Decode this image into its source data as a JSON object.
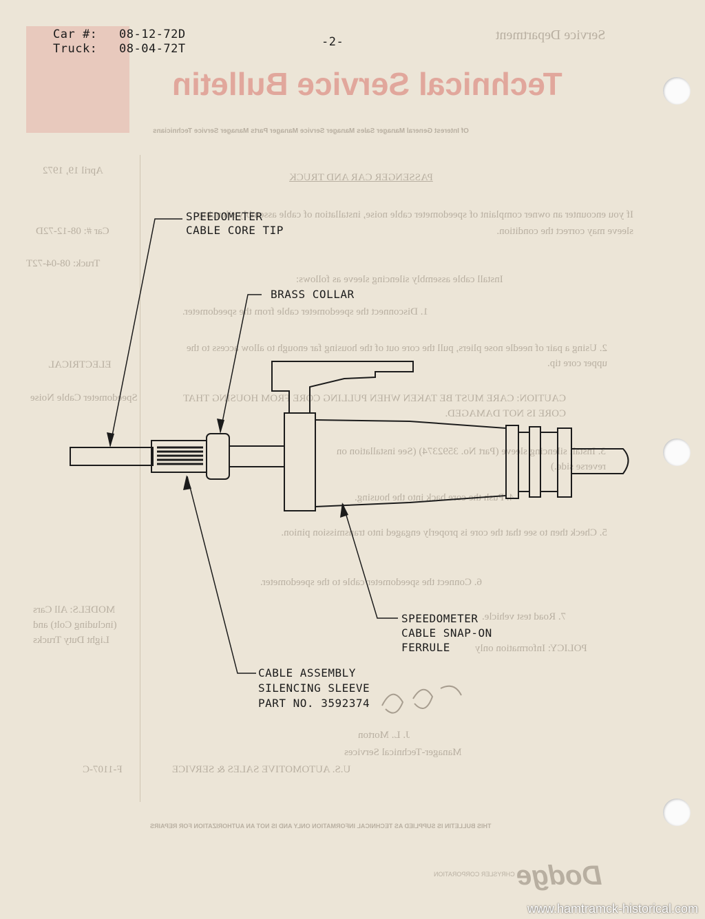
{
  "header": {
    "car_label": "Car #:",
    "car_value": "08-12-72D",
    "truck_label": "Truck:",
    "truck_value": "08-04-72T",
    "page_number": "-2-"
  },
  "bleed_through": {
    "department": "Service Department",
    "title": "Technical Service Bulletin",
    "of_interest": "Of Interest General Manager Sales Manager Service Manager Parts Manager Service Technicians",
    "date": "April 19, 1972",
    "section_heading": "PASSENGER CAR AND TRUCK",
    "side_car": "Car #: 08-12-72D",
    "side_truck": "Truck: 08-04-72T",
    "side_category": "ELECTRICAL",
    "side_subject": "Speedometer Cable Noise",
    "side_models": "MODELS: All Cars (including Colt) and Light Duty Trucks",
    "form_number": "F-1107-C",
    "intro": "If you encounter an owner complaint of speedometer cable noise, installation of cable assembly silencing sleeve may correct the condition.",
    "install_intro": "Install cable assembly silencing sleeve as follows:",
    "steps": [
      "1. Disconnect the speedometer cable from the speedometer.",
      "2. Using a pair of needle nose pliers, pull the core out of the housing far enough to allow access to the upper core tip.",
      "CAUTION: CARE MUST BE TAKEN WHEN PULLING CORE FROM HOUSING THAT CORE IS NOT DAMAGED.",
      "3. Install silencing sleeve (Part No. 3592374) (See installation on reverse side.)",
      "4. Push the core back into the housing.",
      "5. Check then to see that the core is properly engaged into transmission pinion.",
      "6. Connect the speedometer cable to the speedometer.",
      "7. Road test vehicle.",
      "POLICY: Information only"
    ],
    "signature_name": "J. L. Morton",
    "signature_title": "Manager-Technical Services",
    "signature_org": "U.S. AUTOMOTIVE SALES & SERVICE",
    "disclaimer": "THIS BULLETIN IS SUPPLIED AS TECHNICAL INFORMATION ONLY AND IS NOT AN AUTHORIZATION FOR REPAIRS",
    "brand": "Dodge",
    "chrysler": "CHRYSLER CORPORATION"
  },
  "diagram_labels": {
    "core_tip_1": "SPEEDOMETER",
    "core_tip_2": "CABLE CORE TIP",
    "brass_collar": "BRASS COLLAR",
    "ferrule_1": "SPEEDOMETER",
    "ferrule_2": "CABLE SNAP-ON",
    "ferrule_3": "FERRULE",
    "sleeve_1": "CABLE ASSEMBLY",
    "sleeve_2": "SILENCING SLEEVE",
    "sleeve_3": "PART NO. 3592374"
  },
  "watermark": "www.hamtramck-historical.com"
}
